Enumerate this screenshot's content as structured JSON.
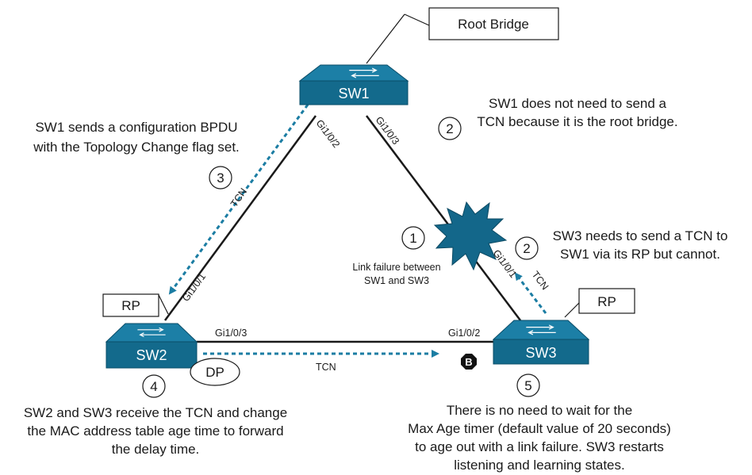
{
  "root_bridge_label": "Root Bridge",
  "switches": {
    "sw1": "SW1",
    "sw2": "SW2",
    "sw3": "SW3"
  },
  "ports": {
    "sw1_left": "Gi1/0/2",
    "sw1_right": "Gi1/0/3",
    "sw2_up": "Gi1/0/1",
    "sw2_right": "Gi1/0/3",
    "sw3_left": "Gi1/0/2",
    "sw3_up": "Gi1/0/1"
  },
  "roles": {
    "sw2_rp": "RP",
    "sw3_rp": "RP",
    "sw2_dp": "DP",
    "blocking": "B"
  },
  "tcn_labels": {
    "left": "TCN",
    "bottom": "TCN",
    "right": "TCN"
  },
  "steps": {
    "s1_num": "1",
    "s1_line1": "Link failure between",
    "s1_line2": "SW1 and SW3",
    "s2a_num": "2",
    "s2a_line1": "SW1 does not need to send a",
    "s2a_line2": "TCN because it is the root bridge.",
    "s2b_num": "2",
    "s2b_line1": "SW3 needs to send a TCN to",
    "s2b_line2": "SW1 via its RP but cannot.",
    "s3_num": "3",
    "s3_line1": "SW1 sends a configuration BPDU",
    "s3_line2": "with the Topology Change flag set.",
    "s4_num": "4",
    "s4_line1": "SW2 and SW3 receive the TCN and change",
    "s4_line2": "the MAC address table age time to forward",
    "s4_line3": "the delay time.",
    "s5_num": "5",
    "s5_line1": "There is no need to wait for the",
    "s5_line2": "Max Age timer (default value of 20 seconds)",
    "s5_line3": "to age out with a link failure. SW3 restarts",
    "s5_line4": "listening and learning states."
  },
  "colors": {
    "switch_face": "#136a8c",
    "switch_top": "#1c7fa6",
    "tcn_arrow": "#1b7da3",
    "burst": "#13678a"
  }
}
